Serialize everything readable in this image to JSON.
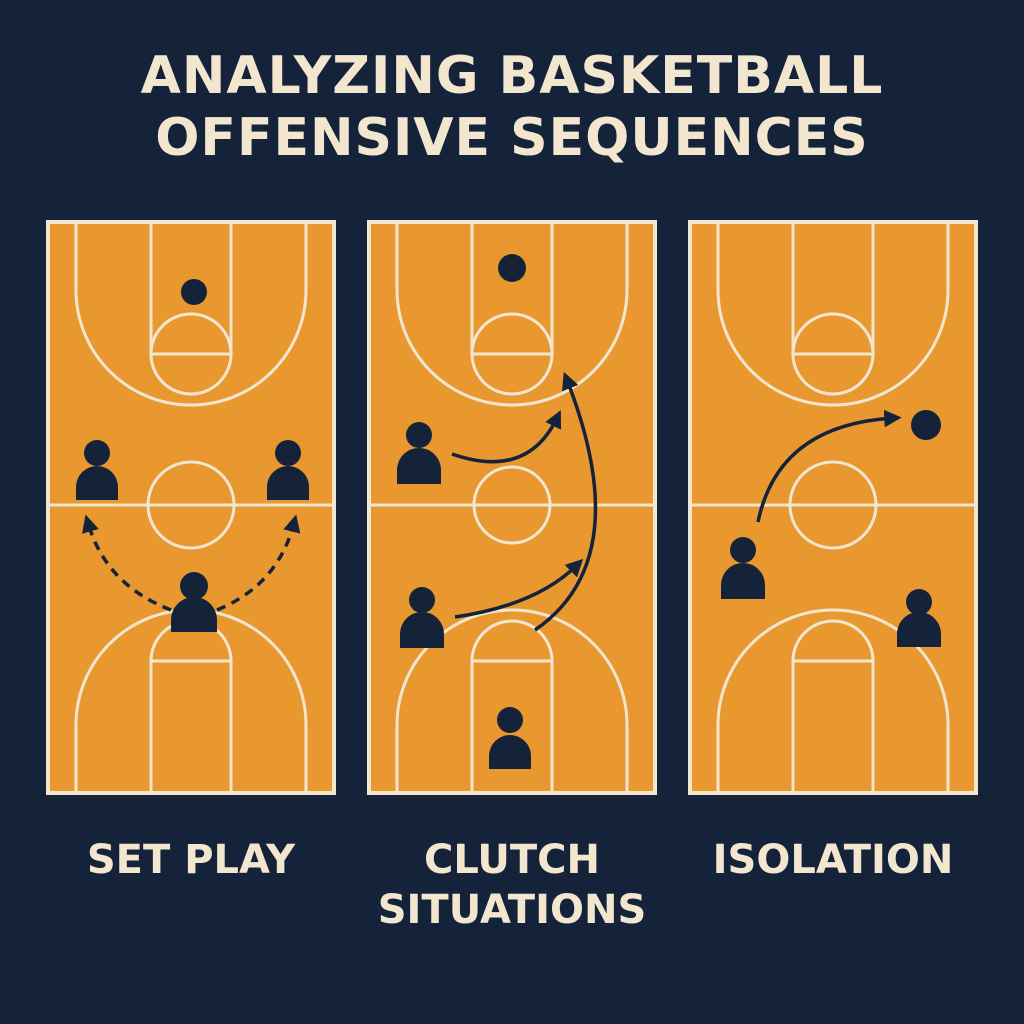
{
  "title": {
    "line1": "ANALYZING BASKETBALL",
    "line2": "OFFENSIVE SEQUENCES"
  },
  "colors": {
    "background": "#14233a",
    "court": "#e8982f",
    "lines": "#f3e6cf",
    "players": "#14233a"
  },
  "panels": [
    {
      "id": "set-play",
      "label_lines": [
        "SET PLAY"
      ]
    },
    {
      "id": "clutch-situations",
      "label_lines": [
        "CLUTCH",
        "SITUATIONS"
      ]
    },
    {
      "id": "isolation",
      "label_lines": [
        "ISOLATION"
      ]
    }
  ]
}
